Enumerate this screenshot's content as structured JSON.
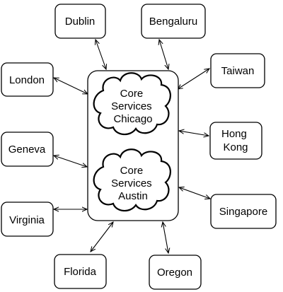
{
  "hub": {
    "clouds": [
      {
        "lines": [
          "Core",
          "Services",
          "Chicago"
        ]
      },
      {
        "lines": [
          "Core",
          "Services",
          "Austin"
        ]
      }
    ]
  },
  "nodes": {
    "dublin": [
      "Dublin"
    ],
    "bengaluru": [
      "Bengaluru"
    ],
    "london": [
      "London"
    ],
    "taiwan": [
      "Taiwan"
    ],
    "geneva": [
      "Geneva"
    ],
    "hong_kong": [
      "Hong",
      "Kong"
    ],
    "virginia": [
      "Virginia"
    ],
    "singapore": [
      "Singapore"
    ],
    "florida": [
      "Florida"
    ],
    "oregon": [
      "Oregon"
    ]
  },
  "connections": [
    {
      "from": "dublin",
      "to": "hub"
    },
    {
      "from": "bengaluru",
      "to": "hub"
    },
    {
      "from": "london",
      "to": "hub"
    },
    {
      "from": "taiwan",
      "to": "hub"
    },
    {
      "from": "geneva",
      "to": "hub"
    },
    {
      "from": "hong_kong",
      "to": "hub"
    },
    {
      "from": "virginia",
      "to": "hub"
    },
    {
      "from": "singapore",
      "to": "hub"
    },
    {
      "from": "florida",
      "to": "hub"
    },
    {
      "from": "oregon",
      "to": "hub"
    }
  ]
}
